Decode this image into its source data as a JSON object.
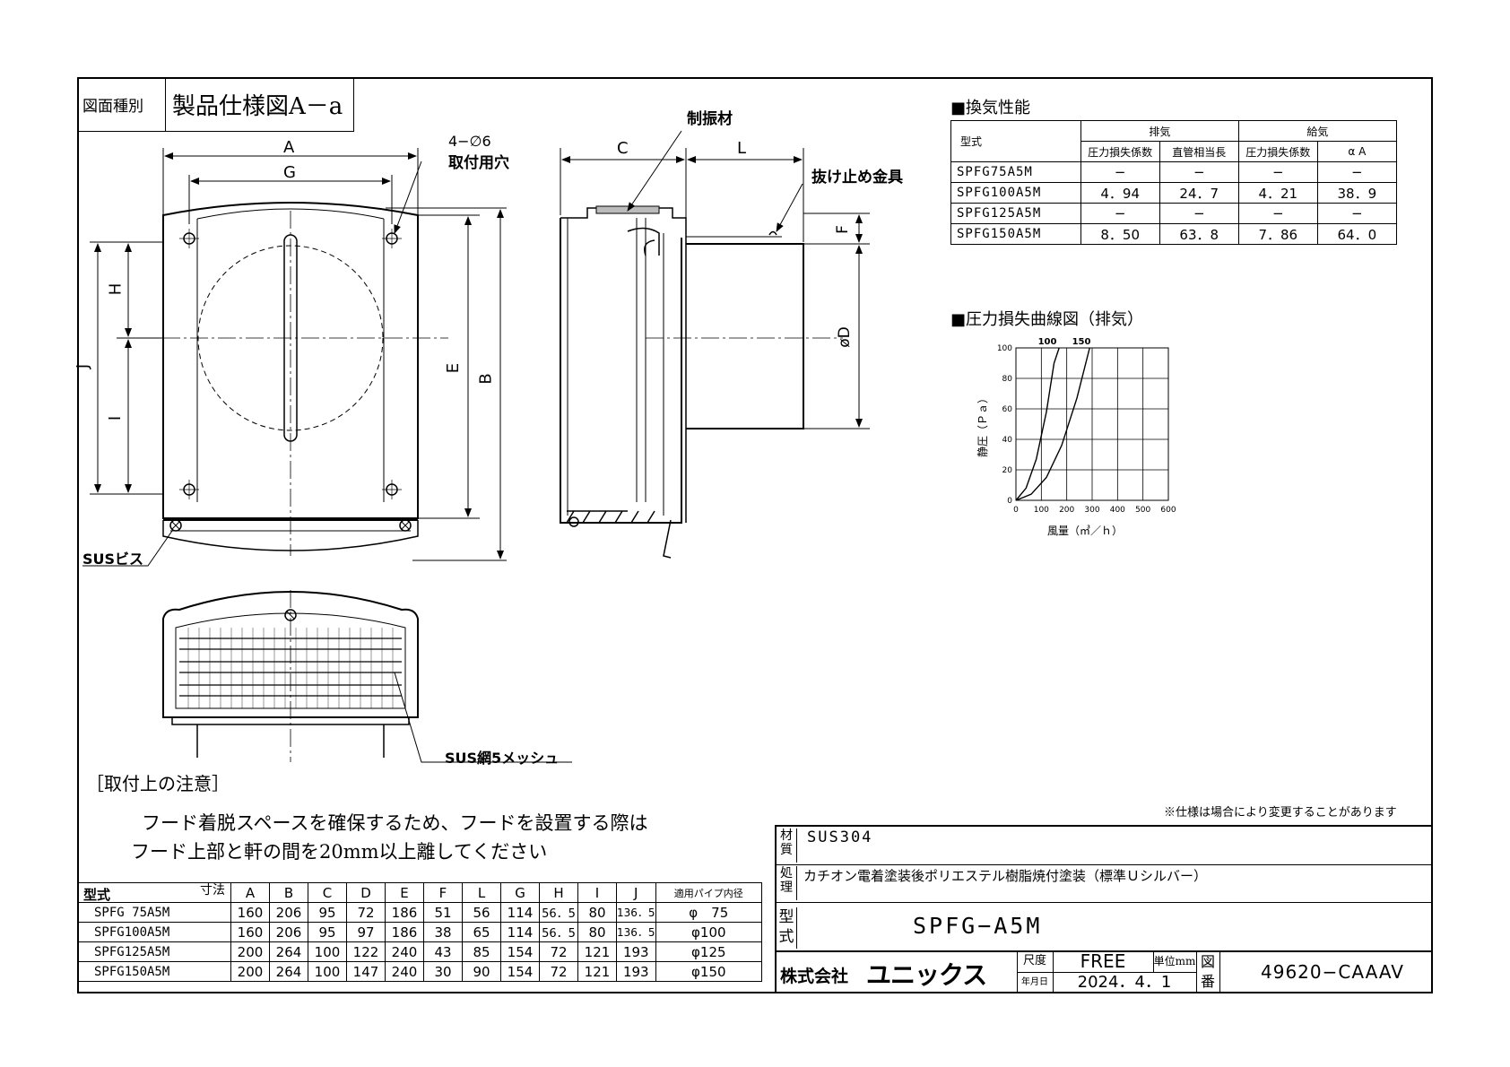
{
  "header": {
    "drawing_type_label": "図面種別",
    "drawing_type_value": "製品仕様図A－a"
  },
  "front_view": {
    "label_A": "A",
    "label_G": "G",
    "label_hole_count": "4−∅6",
    "label_hole_text": "取付用穴",
    "label_H": "H",
    "label_I": "I",
    "label_J": "J",
    "label_E": "E",
    "label_B": "B",
    "label_sus_screw": "SUSビス"
  },
  "side_view": {
    "label_C": "C",
    "label_L": "L",
    "label_damper": "制振材",
    "label_stopper": "抜け止め金具",
    "label_F": "F",
    "label_D": "øD"
  },
  "bottom_view": {
    "label_mesh": "SUS網5メッシュ"
  },
  "notes": {
    "title": "［取付上の注意］",
    "line1": "フード着脱スペースを確保するため、フードを設置する際は",
    "line2": "フード上部と軒の間を20mm以上離してください",
    "spec_change": "※仕様は場合により変更することがあります"
  },
  "performance": {
    "title": "■換気性能",
    "col_model": "型式",
    "group_exhaust": "排気",
    "group_supply": "給気",
    "sub_headers": [
      "圧力損失係数",
      "直管相当長",
      "圧力損失係数",
      "α A"
    ],
    "rows": [
      [
        "SPFG75A5M",
        "−",
        "−",
        "−",
        "−"
      ],
      [
        "SPFG100A5M",
        "4．94",
        "24．7",
        "4．21",
        "38．9"
      ],
      [
        "SPFG125A5M",
        "−",
        "−",
        "−",
        "−"
      ],
      [
        "SPFG150A5M",
        "8．50",
        "63．8",
        "7．86",
        "64．0"
      ]
    ]
  },
  "curve": {
    "title": "■圧力損失曲線図（排気）",
    "series_100": "100",
    "series_150": "150",
    "ylabel": "静圧（Ｐａ）",
    "xlabel": "風量（㎥／ｈ）",
    "y_ticks": [
      "100",
      "80",
      "60",
      "40",
      "20",
      "0"
    ],
    "x_ticks": [
      "0",
      "100",
      "200",
      "300",
      "400",
      "500",
      "600"
    ]
  },
  "chart_data": {
    "type": "line",
    "title": "圧力損失曲線図（排気）",
    "xlabel": "風量（㎥／ｈ）",
    "ylabel": "静圧（Ｐａ）",
    "xlim": [
      0,
      600
    ],
    "ylim": [
      0,
      100
    ],
    "grid": true,
    "series": [
      {
        "name": "100",
        "x": [
          0,
          40,
          80,
          120,
          150,
          170
        ],
        "y": [
          0,
          8,
          27,
          58,
          90,
          100
        ]
      },
      {
        "name": "150",
        "x": [
          0,
          60,
          120,
          180,
          240,
          290
        ],
        "y": [
          0,
          4,
          15,
          36,
          67,
          100
        ]
      }
    ]
  },
  "dims_table": {
    "corner_left": "型式",
    "corner_right": "寸法",
    "columns": [
      "A",
      "B",
      "C",
      "D",
      "E",
      "F",
      "L",
      "G",
      "H",
      "I",
      "J",
      "適用パイプ内径"
    ],
    "rows": [
      [
        "SPFG 75A5M",
        "160",
        "206",
        "95",
        "72",
        "186",
        "51",
        "56",
        "114",
        "56．5",
        "80",
        "136．5",
        "φ　75"
      ],
      [
        "SPFG100A5M",
        "160",
        "206",
        "95",
        "97",
        "186",
        "38",
        "65",
        "114",
        "56．5",
        "80",
        "136．5",
        "φ100"
      ],
      [
        "SPFG125A5M",
        "200",
        "264",
        "100",
        "122",
        "240",
        "43",
        "85",
        "154",
        "72",
        "121",
        "193",
        "φ125"
      ],
      [
        "SPFG150A5M",
        "200",
        "264",
        "100",
        "147",
        "240",
        "30",
        "90",
        "154",
        "72",
        "121",
        "193",
        "φ150"
      ]
    ]
  },
  "title_block": {
    "material_label": "材質",
    "material_value": "SUS304",
    "finish_label": "処理",
    "finish_value": "カチオン電着塗装後ポリエステル樹脂焼付塗装（標準Ｕシルバー）",
    "model_label": "型式",
    "model_value": "SPFG−A5M",
    "company_prefix": "株式会社",
    "company_name": "ユニックス",
    "scale_label": "尺度",
    "scale_value": "FREE",
    "unit_label": "単位mm",
    "date_label": "年月日",
    "date_value": "2024．4．1",
    "drawing_no_label": "図番",
    "drawing_no_value": "49620−CAAAV"
  },
  "colors": {
    "line": "#000000",
    "grid": "#000000"
  }
}
